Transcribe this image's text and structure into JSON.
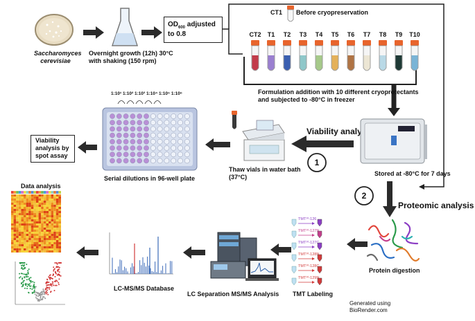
{
  "organism": {
    "line1": "Saccharomyces",
    "line2": "cerevisiae"
  },
  "overnight": {
    "line1": "Overnight growth (12h) 30°C",
    "line2": "with shaking (150 rpm)"
  },
  "od_box": {
    "od": "OD",
    "sub": "600",
    "rest": "adjusted",
    "line2": "to 0.8"
  },
  "ct1": {
    "tube": "CT1",
    "label": "Before cryopreservation"
  },
  "tubes": [
    {
      "label": "CT2",
      "color": "#c23b4a"
    },
    {
      "label": "T1",
      "color": "#9a7fd0"
    },
    {
      "label": "T2",
      "color": "#3a5fb0"
    },
    {
      "label": "T3",
      "color": "#8fc7c9"
    },
    {
      "label": "T4",
      "color": "#a6c98a"
    },
    {
      "label": "T5",
      "color": "#e4b15a"
    },
    {
      "label": "T6",
      "color": "#b07444"
    },
    {
      "label": "T7",
      "color": "#ece6d4"
    },
    {
      "label": "T8",
      "color": "#b9d9e6"
    },
    {
      "label": "T9",
      "color": "#1f3a36"
    },
    {
      "label": "T10",
      "color": "#7ab4d6"
    }
  ],
  "formulation": {
    "line1": "Formulation addition with 10 different cryoprotectants",
    "line2": "and subjected to -80°C in freezer"
  },
  "dilutions": "1:10¹ 1:10² 1:10³ 1:10⁴ 1:10⁵ 1:10⁶",
  "viability_box": {
    "line1": "Viability",
    "line2": "analysis by",
    "line3": "spot assay"
  },
  "serial": "Serial dilutions in 96-well plate",
  "thaw": {
    "line1": "Thaw vials in water bath",
    "line2": "(37°C)"
  },
  "viability_analysis": "Viability analysis",
  "step1": "1",
  "step2": "2",
  "stored": "Stored at -80°C for 7 days",
  "proteomic": "Proteomic analysis",
  "data_analysis": "Data analysis",
  "lcms_db": "LC-MS/MS Database",
  "lc_sep": "LC Separation MS/MS Analysis",
  "tmt": "TMT Labeling",
  "tmt_labels": [
    "TMT¹⁰-126",
    "TMT¹⁰-127N",
    "TMT¹⁰-127C",
    "TMT¹⁰-128N",
    "TMT¹⁰-128C",
    "TMT¹⁰-129N"
  ],
  "digestion": "Protein digestion",
  "credit": {
    "line1": "Generated using",
    "line2": "BioRender.com"
  },
  "colors": {
    "arrow": "#2b2b2b",
    "plate": "#b9c5e0",
    "well": "#b98fd6",
    "box_border": "#222"
  }
}
